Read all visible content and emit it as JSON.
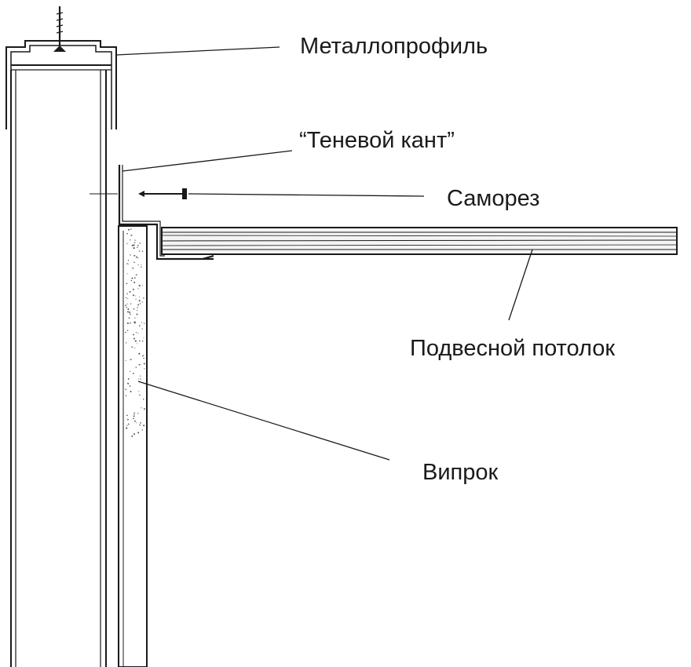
{
  "labels": {
    "metal_profile": "Металлопрофиль",
    "shadow_edge": "“Теневой кант”",
    "screw": "Саморез",
    "suspended_ceiling": "Подвесной потолок",
    "viprok": "Випрок"
  },
  "colors": {
    "line": "#1a1a1a",
    "background": "#ffffff",
    "board_fill": "#f4f4f4"
  }
}
